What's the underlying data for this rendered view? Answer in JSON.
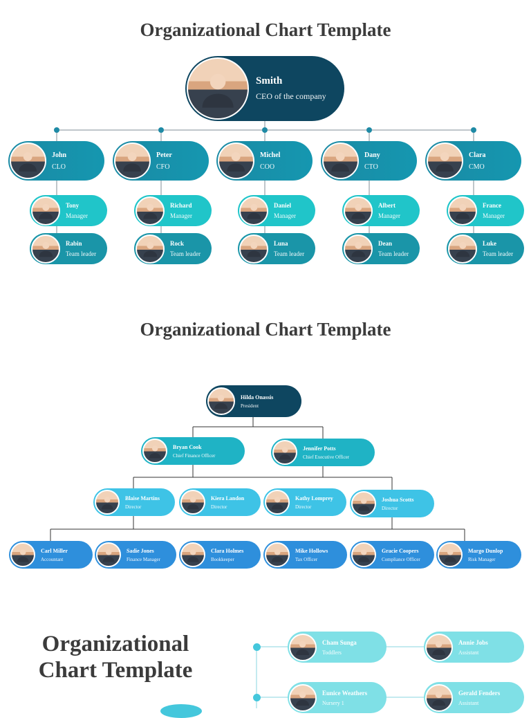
{
  "chart1": {
    "title": "Organizational Chart Template",
    "ceo": {
      "name": "Smith",
      "role": "CEO of the company"
    },
    "executives": [
      {
        "name": "John",
        "role": "CLO"
      },
      {
        "name": "Peter",
        "role": "CFO"
      },
      {
        "name": "Michel",
        "role": "COO"
      },
      {
        "name": "Dany",
        "role": "CTO"
      },
      {
        "name": "Clara",
        "role": "CMO"
      }
    ],
    "managers": [
      {
        "name": "Tony",
        "role": "Manager"
      },
      {
        "name": "Richard",
        "role": "Manager"
      },
      {
        "name": "Daniel",
        "role": "Manager"
      },
      {
        "name": "Albert",
        "role": "Manager"
      },
      {
        "name": "France",
        "role": "Manager"
      }
    ],
    "team_leaders": [
      {
        "name": "Rabin",
        "role": "Team leader"
      },
      {
        "name": "Rock",
        "role": "Team leader"
      },
      {
        "name": "Luna",
        "role": "Team leader"
      },
      {
        "name": "Dean",
        "role": "Team leader"
      },
      {
        "name": "Luke",
        "role": "Team leader"
      }
    ]
  },
  "chart2": {
    "title": "Organizational Chart Template",
    "president": {
      "name": "Hilda Onassis",
      "role": "President"
    },
    "chiefs": [
      {
        "name": "Bryan Cook",
        "role": "Chief Finance Officer"
      },
      {
        "name": "Jennifer Potts",
        "role": "Chief Executive Officer"
      }
    ],
    "directors": [
      {
        "name": "Blaise Martins",
        "role": "Director"
      },
      {
        "name": "Kiera Landon",
        "role": "Director"
      },
      {
        "name": "Kathy Lomprey",
        "role": "Director"
      },
      {
        "name": "Joshua Scotts",
        "role": "Director"
      }
    ],
    "staff": [
      {
        "name": "Carl Miller",
        "role": "Accountant"
      },
      {
        "name": "Sadie Jones",
        "role": "Finance Manager"
      },
      {
        "name": "Clara Holmes",
        "role": "Bookkeeper"
      },
      {
        "name": "Mike Hollows",
        "role": "Tax Officer"
      },
      {
        "name": "Gracie Coopers",
        "role": "Compliance Officer"
      },
      {
        "name": "Margo Dunlop",
        "role": "Risk Manager"
      }
    ]
  },
  "chart3": {
    "title_line1": "Organizational",
    "title_line2": "Chart Template",
    "nodes": [
      {
        "name": "Cham Sunga",
        "role": "Toddlers"
      },
      {
        "name": "Annie Jobs",
        "role": "Assistant"
      },
      {
        "name": "Eunice Weathers",
        "role": "Nursery 1"
      },
      {
        "name": "Gerald Fenders",
        "role": "Assistant"
      }
    ]
  },
  "colors": {
    "dark_navy": "#0e4660",
    "teal_dark": "#1a8aa4",
    "teal_mid": "#1fb3c5",
    "teal_light": "#20c5c9",
    "sky": "#3ec3e6",
    "blue": "#2e8fdc",
    "pale_cyan": "#7fe0e6",
    "connector": "#1e8aa5",
    "title": "#3b3b3b"
  }
}
